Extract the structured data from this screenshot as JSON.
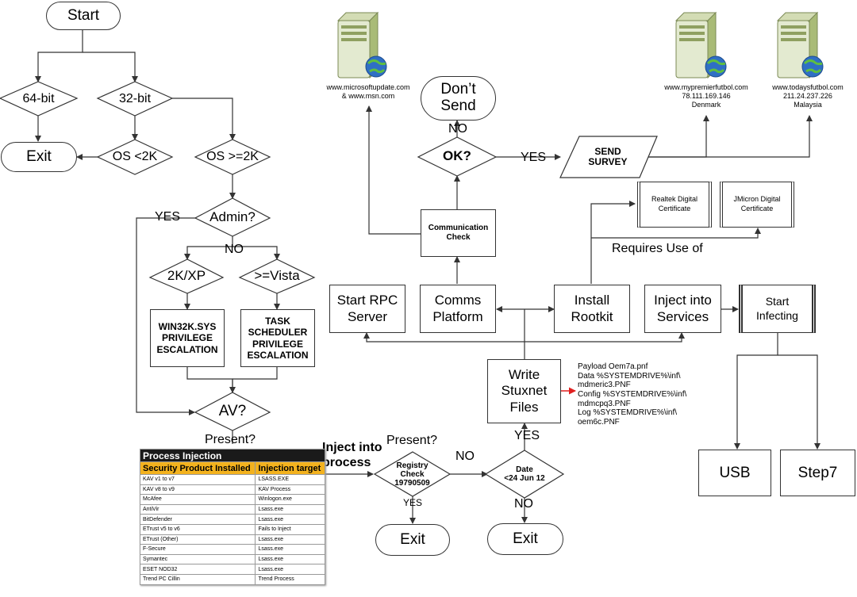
{
  "nodes": {
    "start": "Start",
    "bit64": "64-bit",
    "bit32": "32-bit",
    "exit_top": "Exit",
    "os_lt_2k": "OS <2K",
    "os_ge_2k": "OS >=2K",
    "admin": "Admin?",
    "xp": "2K/XP",
    "vista": ">=Vista",
    "win32k": "WIN32K.SYS\nPRIVILEGE\nESCALATION",
    "task_sched": "TASK\nSCHEDULER\nPRIVILEGE\nESCALATION",
    "av": "AV?",
    "registry": "Registry\nCheck\n19790509",
    "exit_registry": "Exit",
    "date": "Date\n<24 Jun 12",
    "exit_date": "Exit",
    "write_files": "Write\nStuxnet\nFiles",
    "start_rpc": "Start RPC\nServer",
    "comms_platform": "Comms\nPlatform",
    "install_rootkit": "Install\nRootkit",
    "inject_services": "Inject into\nServices",
    "start_infecting": "Start\nInfecting",
    "usb": "USB",
    "step7": "Step7",
    "comm_check": "Communication\nCheck",
    "ok": "OK?",
    "dont_send": "Don’t\nSend",
    "send_survey": "SEND\nSURVEY",
    "realtek": "Realtek Digital\nCertificate",
    "jmicron": "JMicron Digital\nCertificate"
  },
  "labels": {
    "yes_admin": "YES",
    "no_admin": "NO",
    "present_av": "Present?",
    "inject_process": "Inject into\nprocess",
    "present_registry": "Present?",
    "no_registry": "NO",
    "yes_registry": "YES",
    "yes_date": "YES",
    "no_date": "NO",
    "no_ok": "NO",
    "yes_ok": "YES",
    "requires_use_of": "Requires Use of",
    "payload_files": "Payload Oem7a.pnf\nData %SYSTEMDRIVE%\\inf\\\nmdmeric3.PNF\nConfig %SYSTEMDRIVE%\\inf\\\nmdmcpq3.PNF\nLog %SYSTEMDRIVE%\\inf\\\noem6c.PNF"
  },
  "servers": [
    {
      "lines": [
        "www.microsoftupdate.com",
        "& www.msn.com"
      ]
    },
    {
      "lines": [
        "www.mypremierfutbol.com",
        "78.111.169.146",
        "Denmark"
      ]
    },
    {
      "lines": [
        "www.todaysfutbol.com",
        "211.24.237.226",
        "Malaysia"
      ]
    }
  ],
  "process_injection": {
    "title": "Process Injection",
    "columns": [
      "Security Product Installed",
      "Injection target"
    ],
    "rows": [
      [
        "KAV v1 to v7",
        "LSASS.EXE"
      ],
      [
        "KAV v8 to v9",
        "KAV Process"
      ],
      [
        "McAfee",
        "Winlogon.exe"
      ],
      [
        "AntiVir",
        "Lsass.exe"
      ],
      [
        "BitDefender",
        "Lsass.exe"
      ],
      [
        "ETrust v5 to v6",
        "Fails to Inject"
      ],
      [
        "ETrust (Other)",
        "Lsass.exe"
      ],
      [
        "F-Secure",
        "Lsass.exe"
      ],
      [
        "Symantec",
        "Lsass.exe"
      ],
      [
        "ESET NOD32",
        "Lsass.exe"
      ],
      [
        "Trend PC Cillin",
        "Trend Process"
      ]
    ]
  },
  "colors": {
    "line": "#333333",
    "accent_arrow": "#e02020",
    "table_title_bg": "#1a1a1a",
    "table_header_bg": "#f3b21e",
    "server_body": "#c3d39a",
    "globe": "#2f6fc4"
  }
}
